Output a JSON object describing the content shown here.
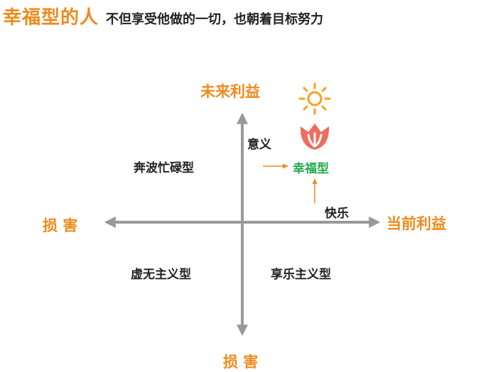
{
  "headline": {
    "main": "幸福型的人",
    "sub": "不但享受他做的一切，也朝着目标努力"
  },
  "axes": {
    "top": "未来利益",
    "right": "当前利益",
    "left": "损 害",
    "bottom": "损 害"
  },
  "quadrants": {
    "top_left": "奔波忙碌型",
    "top_right": "幸福型",
    "bottom_left": "虚无主义型",
    "bottom_right": "享乐主义型"
  },
  "annotations": {
    "meaning": "意义",
    "happiness": "快乐"
  },
  "icons": {
    "sun": "sun-icon",
    "tulip": "tulip-icon"
  },
  "colors": {
    "accent": "#ef8a1d",
    "happy": "#22a84a",
    "axis": "#999999",
    "tulip": "#ef6c5e",
    "text": "#222222"
  }
}
